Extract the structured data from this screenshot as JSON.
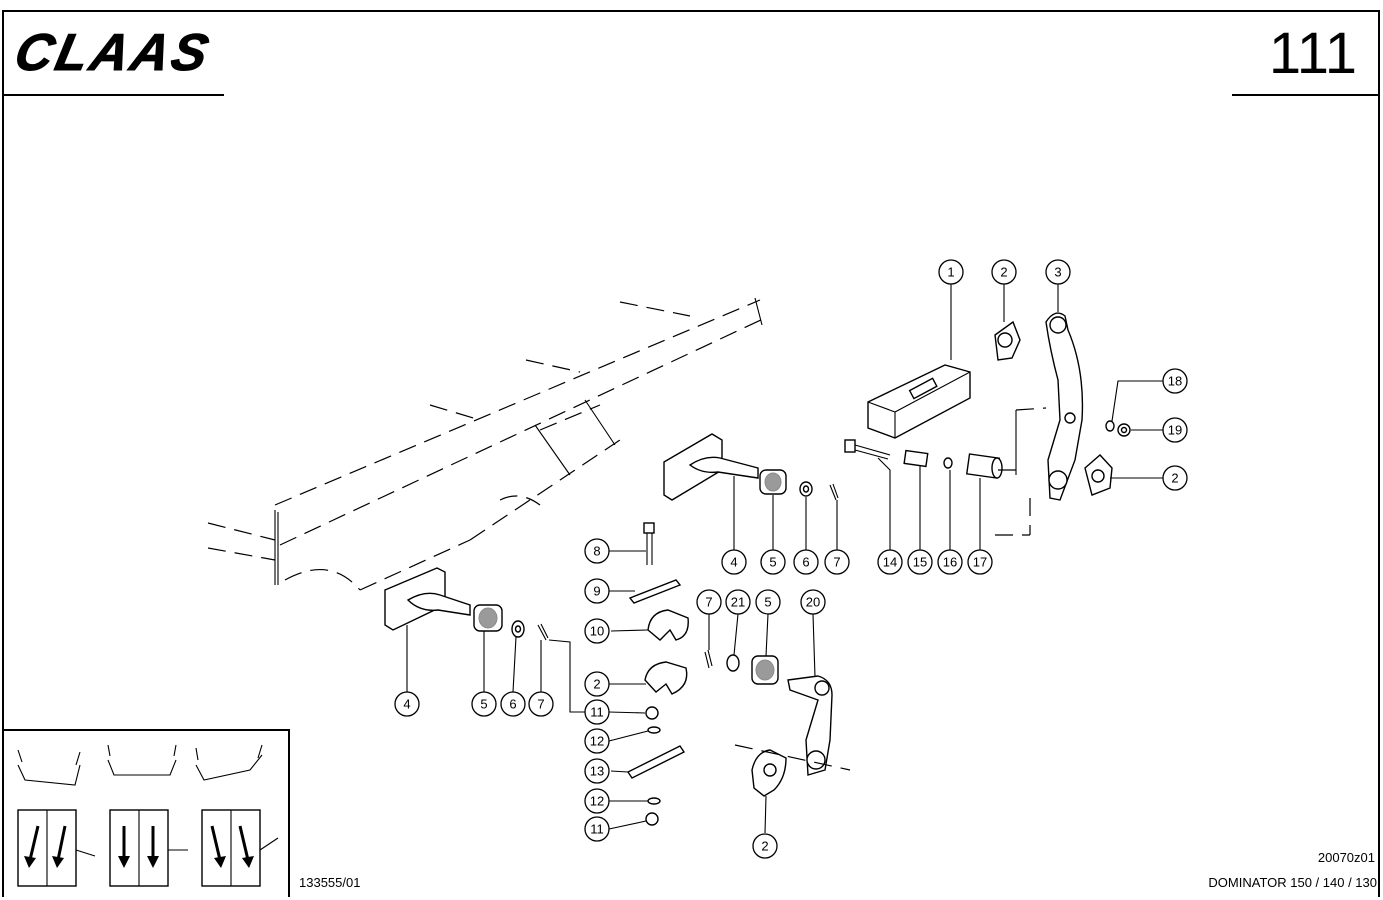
{
  "header": {
    "brand": "CLAAS",
    "page_number": "111"
  },
  "footer": {
    "doc_number": "133555/01",
    "drawing_code": "20070z01",
    "model": "DOMINATOR 150 / 140 / 130"
  },
  "callouts": [
    {
      "id": "c1",
      "label": "1"
    },
    {
      "id": "c2a",
      "label": "2"
    },
    {
      "id": "c3",
      "label": "3"
    },
    {
      "id": "c18",
      "label": "18"
    },
    {
      "id": "c19",
      "label": "19"
    },
    {
      "id": "c2b",
      "label": "2"
    },
    {
      "id": "c4a",
      "label": "4"
    },
    {
      "id": "c5a",
      "label": "5"
    },
    {
      "id": "c6a",
      "label": "6"
    },
    {
      "id": "c7a",
      "label": "7"
    },
    {
      "id": "c14",
      "label": "14"
    },
    {
      "id": "c15",
      "label": "15"
    },
    {
      "id": "c16",
      "label": "16"
    },
    {
      "id": "c17",
      "label": "17"
    },
    {
      "id": "c8",
      "label": "8"
    },
    {
      "id": "c9",
      "label": "9"
    },
    {
      "id": "c10",
      "label": "10"
    },
    {
      "id": "c2c",
      "label": "2"
    },
    {
      "id": "c11a",
      "label": "11"
    },
    {
      "id": "c12a",
      "label": "12"
    },
    {
      "id": "c13",
      "label": "13"
    },
    {
      "id": "c12b",
      "label": "12"
    },
    {
      "id": "c11b",
      "label": "11"
    },
    {
      "id": "c4b",
      "label": "4"
    },
    {
      "id": "c5b",
      "label": "5"
    },
    {
      "id": "c6b",
      "label": "6"
    },
    {
      "id": "c7b",
      "label": "7"
    },
    {
      "id": "c7c",
      "label": "7"
    },
    {
      "id": "c21",
      "label": "21"
    },
    {
      "id": "c5c",
      "label": "5"
    },
    {
      "id": "c20",
      "label": "20"
    },
    {
      "id": "c2d",
      "label": "2"
    }
  ]
}
